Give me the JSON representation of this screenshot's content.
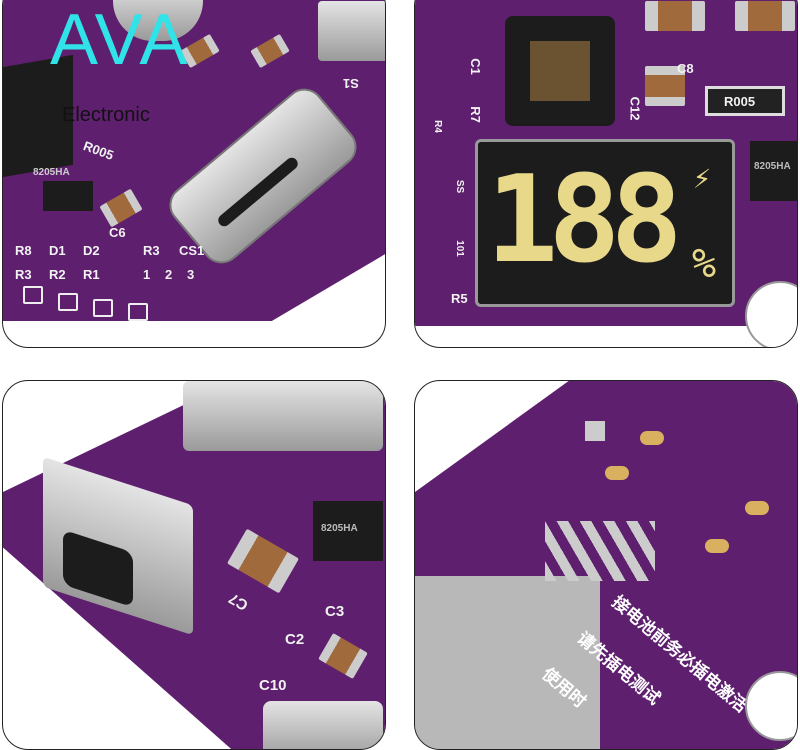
{
  "logo": {
    "brand": "AVA",
    "sub": "Electronic"
  },
  "panel_top_left": {
    "labels": [
      "R005",
      "8205HA",
      "C6",
      "S1",
      "R1",
      "R2",
      "R3",
      "CS1",
      "1",
      "2",
      "3",
      "R8",
      "D1",
      "D2",
      "R3"
    ]
  },
  "panel_top_right": {
    "display_digits": "188",
    "display_unit": "%",
    "labels": [
      "C1",
      "C12",
      "C8",
      "R005",
      "R7",
      "R4",
      "R5",
      "8205HA",
      "SS",
      "101"
    ]
  },
  "panel_bottom_left": {
    "labels": [
      "C7",
      "8205HA",
      "C2",
      "C3",
      "C10"
    ]
  },
  "panel_bottom_right": {
    "silkscreen_lines": [
      "接电池前务必插电激活",
      "请先插电测试",
      "使用时"
    ]
  },
  "colors": {
    "pcb": "#5e1f6e",
    "logo": "#2fe3e8",
    "display_digits": "#e8d98a"
  }
}
